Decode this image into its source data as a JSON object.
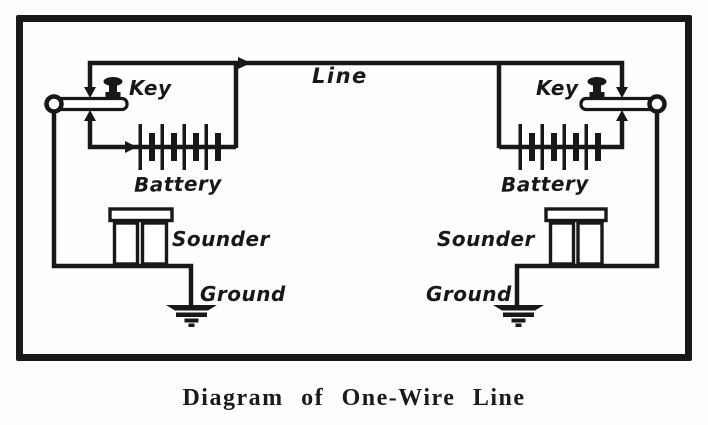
{
  "page": {
    "bg_color": "#fdfdfb",
    "ink_color": "#181818",
    "caption": "Diagram of One-Wire Line"
  },
  "labels": {
    "line": "Line",
    "left_station": {
      "key": "Key",
      "battery": "Battery",
      "sounder": "Sounder",
      "ground": "Ground"
    },
    "right_station": {
      "key": "Key",
      "battery": "Battery",
      "sounder": "Sounder",
      "ground": "Ground"
    }
  }
}
